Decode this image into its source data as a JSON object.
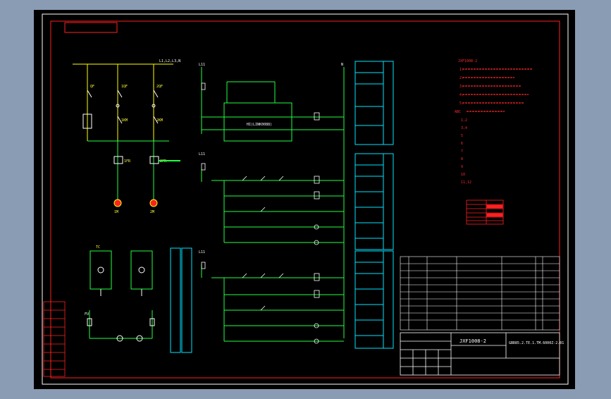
{
  "colors": {
    "background": "#8a9cb4",
    "canvas": "#000000",
    "frame_outer": "#ffffff",
    "frame_inner": "#ff2020",
    "wire_green": "#22ff44",
    "wire_yellow": "#ffff00",
    "box_cyan": "#00e5ff",
    "text_red": "#ff2a2a",
    "text_white": "#ffffff",
    "text_yellow": "#ffff33"
  },
  "labels": {
    "bus": "L1,L2,L3,N",
    "breaker_left": "QF",
    "breaker_mid": "1QF",
    "breaker_right": "2QF",
    "left_rail_top": "L11",
    "left_rail_mid": "L11",
    "left_rail_low": "L11",
    "right_rail": "N",
    "plc": "HI(LINK0088)",
    "km1": "1KM",
    "km2": "2KM",
    "fr1": "1FR",
    "fr2": "2FR",
    "motor1": "1M",
    "motor2": "2M",
    "transformer": "TC",
    "fuse": "FU"
  },
  "notes": {
    "title": "JXF1008-2",
    "lines": [
      "1.",
      "2.",
      "3.",
      "4.",
      "5."
    ],
    "legend_title": "ABC",
    "legend_lines": [
      "1,2",
      "3,4",
      "5",
      "6",
      "7",
      "8",
      "9",
      "10",
      "11,12"
    ]
  },
  "function_table": {
    "header": "",
    "rows": [
      "",
      "",
      "",
      "",
      "",
      "",
      ""
    ]
  },
  "title_block": {
    "drawing_no": "JXF1008-2",
    "drawing_code": "GBR85.2.TE.1.TM.6000Z-2.01",
    "subtitle": ""
  }
}
